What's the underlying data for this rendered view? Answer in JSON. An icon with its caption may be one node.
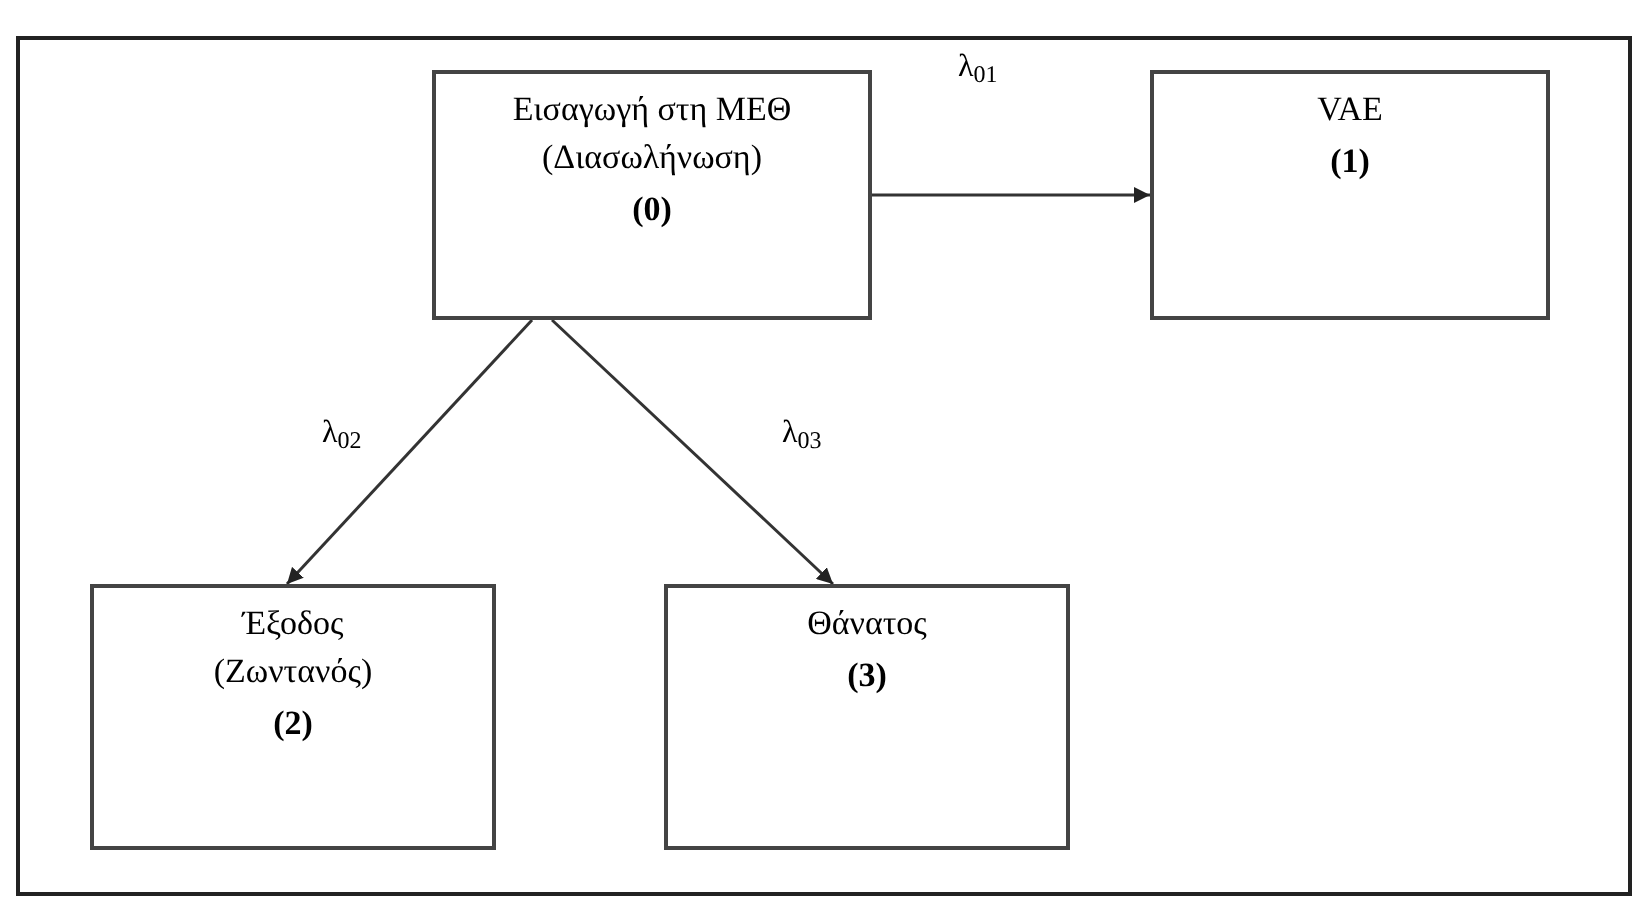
{
  "diagram": {
    "nodes": [
      {
        "text": [
          "Εισαγωγή στη ΜΕΘ (Διασωλήνωση)",
          "(0)"
        ]
      },
      {
        "text": [
          "VAE",
          "(1)"
        ]
      },
      {
        "text": [
          "Έξοδος (Ζωντανός)",
          "(2)"
        ]
      },
      {
        "text": [
          "Θάνατος",
          "(3)"
        ]
      }
    ],
    "edges": [
      {
        "from": 0,
        "to": 1,
        "arrow": "to",
        "label": "λ$_{01}$"
      },
      {
        "from": 0,
        "to": 2,
        "arrow": "to",
        "label": "λ$_{02}$"
      },
      {
        "from": 0,
        "to": 3,
        "arrow": "to",
        "label": "λ$_{03}$"
      }
    ]
  }
}
